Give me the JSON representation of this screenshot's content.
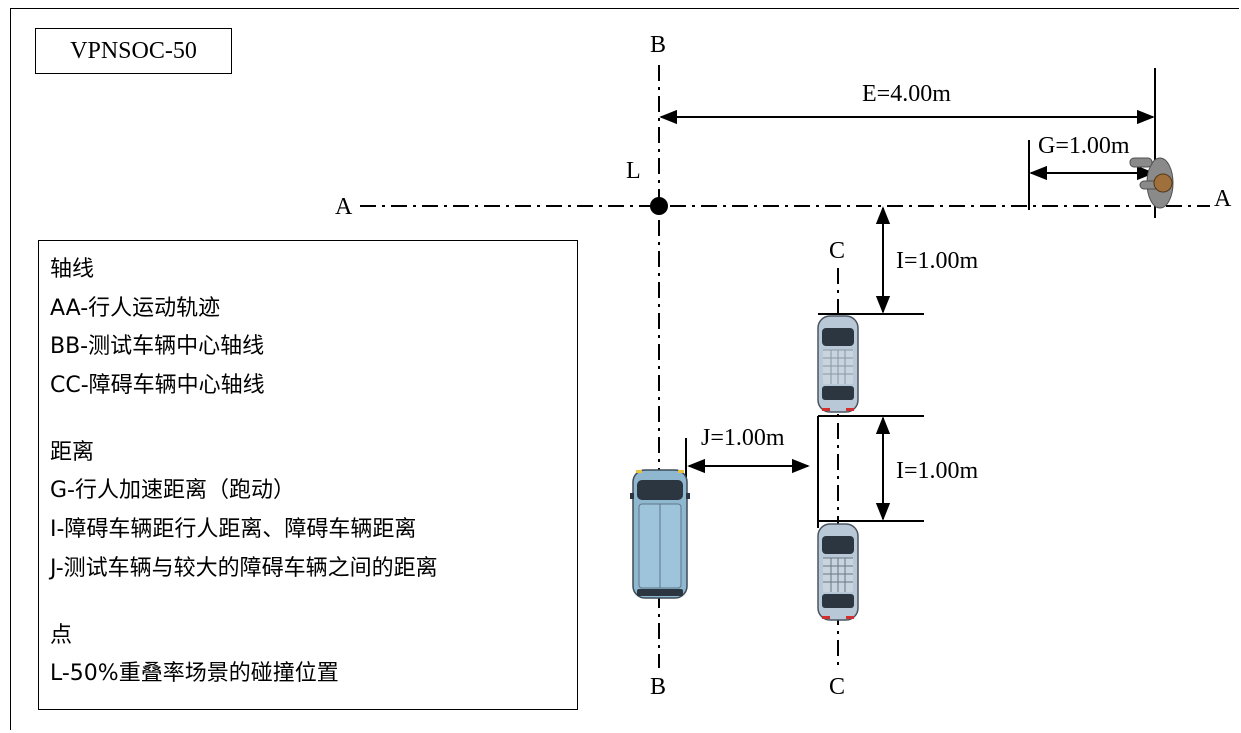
{
  "title": "VPNSOC-50",
  "axis_labels": {
    "a_left": "A",
    "a_right": "A",
    "b_top": "B",
    "b_bottom": "B",
    "c_top": "C",
    "c_bottom": "C",
    "l": "L"
  },
  "dimensions": {
    "e": "E=4.00m",
    "g": "G=1.00m",
    "i_top": "I=1.00m",
    "i_mid": "I=1.00m",
    "j": "J=1.00m"
  },
  "legend": {
    "axes_heading": "轴线",
    "aa": "AA-行人运动轨迹",
    "bb": "BB-测试车辆中心轴线",
    "cc": "CC-障碍车辆中心轴线",
    "distance_heading": "距离",
    "g": "G-行人加速距离（跑动）",
    "i": "I-障碍车辆距行人距离、障碍车辆距离",
    "j": "J-测试车辆与较大的障碍车辆之间的距离",
    "point_heading": "点",
    "l": "L-50%重叠率场景的碰撞位置"
  },
  "colors": {
    "test_vehicle": "#8fb8d0",
    "obstacle_vehicle": "#b8c8d6",
    "pedestrian": "#8a8a8a",
    "pedestrian_head": "#a0703c"
  }
}
